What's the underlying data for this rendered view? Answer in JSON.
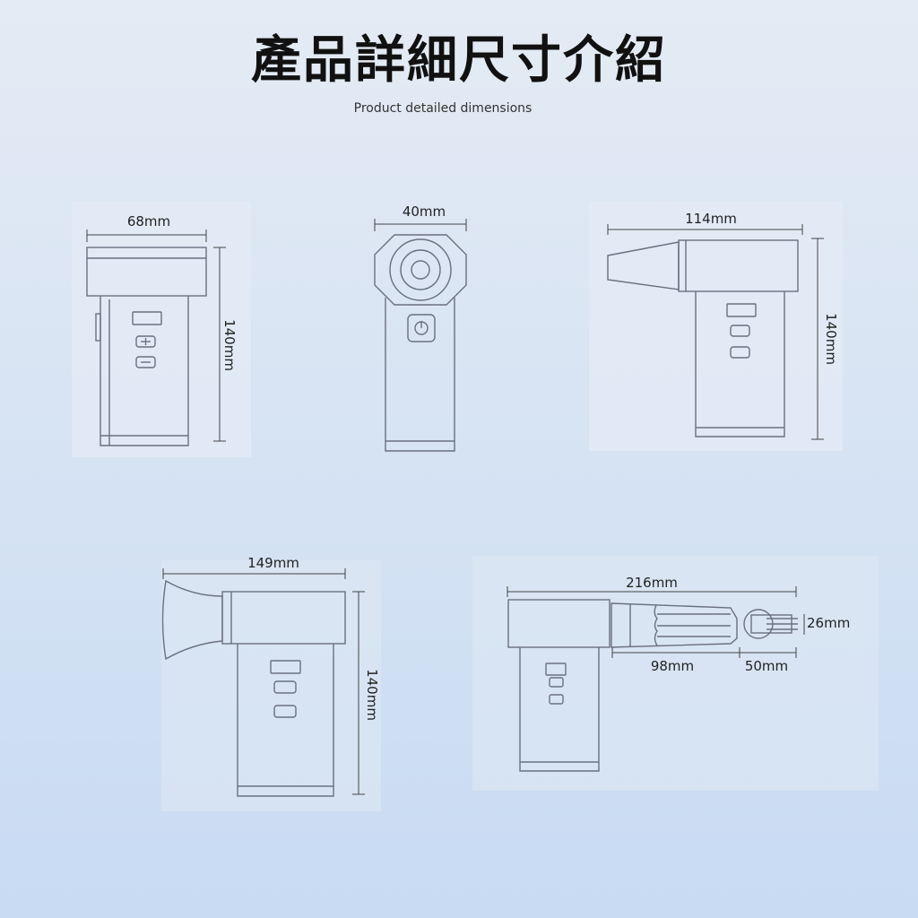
{
  "header": {
    "title": "產品詳細尺寸介紹",
    "subtitle": "Product detailed dimensions"
  },
  "views": {
    "front": {
      "width": "68mm",
      "height": "140mm"
    },
    "top": {
      "width": "40mm"
    },
    "side_nozzle": {
      "width": "114mm",
      "height": "140mm"
    },
    "side_funnel": {
      "width": "149mm",
      "height": "140mm"
    },
    "side_brush": {
      "total": "216mm",
      "nozzle": "98mm",
      "brush": "50mm",
      "brush_height": "26mm"
    }
  }
}
